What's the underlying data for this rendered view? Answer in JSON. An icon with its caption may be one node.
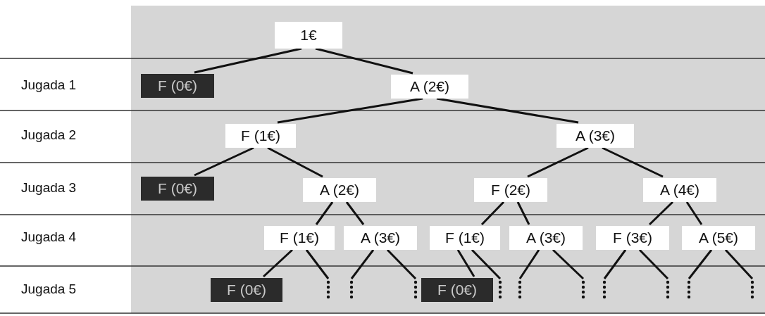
{
  "diagram": {
    "nodes": [
      {
        "text": [
          "1€"
        ]
      },
      {
        "text": [
          "F (0€)"
        ]
      },
      {
        "text": [
          "A (2€)"
        ]
      },
      {
        "text": [
          "F (1€)"
        ]
      },
      {
        "text": [
          "A (3€)"
        ]
      },
      {
        "text": [
          "F (0€)"
        ]
      },
      {
        "text": [
          "A (2€)"
        ]
      },
      {
        "text": [
          "F (2€)"
        ]
      },
      {
        "text": [
          "A (4€)"
        ]
      },
      {
        "text": [
          "F (1€)"
        ]
      },
      {
        "text": [
          "A (3€)"
        ]
      },
      {
        "text": [
          "F (1€)"
        ]
      },
      {
        "text": [
          "A (3€)"
        ]
      },
      {
        "text": [
          "F (3€)"
        ]
      },
      {
        "text": [
          "A (5€)"
        ]
      },
      {
        "text": [
          "F (0€)"
        ]
      },
      {
        "text": [],
        "shape": "dots"
      },
      {
        "text": [],
        "shape": "dots"
      },
      {
        "text": [],
        "shape": "dots"
      },
      {
        "text": [
          "F (0€)"
        ]
      },
      {
        "text": [],
        "shape": "dots"
      },
      {
        "text": [],
        "shape": "dots"
      },
      {
        "text": [],
        "shape": "dots"
      },
      {
        "text": [],
        "shape": "dots"
      },
      {
        "text": [],
        "shape": "dots"
      },
      {
        "text": [],
        "shape": "dots"
      },
      {
        "text": [],
        "shape": "dots"
      }
    ],
    "edges": [
      {
        "from": 0,
        "to": 1,
        "arrow": "none"
      },
      {
        "from": 0,
        "to": 2,
        "arrow": "none"
      },
      {
        "from": 2,
        "to": 3,
        "arrow": "none"
      },
      {
        "from": 2,
        "to": 4,
        "arrow": "none"
      },
      {
        "from": 3,
        "to": 5,
        "arrow": "none"
      },
      {
        "from": 3,
        "to": 6,
        "arrow": "none"
      },
      {
        "from": 4,
        "to": 7,
        "arrow": "none"
      },
      {
        "from": 4,
        "to": 8,
        "arrow": "none"
      },
      {
        "from": 6,
        "to": 9,
        "arrow": "none"
      },
      {
        "from": 6,
        "to": 10,
        "arrow": "none"
      },
      {
        "from": 7,
        "to": 11,
        "arrow": "none"
      },
      {
        "from": 7,
        "to": 12,
        "arrow": "none"
      },
      {
        "from": 8,
        "to": 13,
        "arrow": "none"
      },
      {
        "from": 8,
        "to": 14,
        "arrow": "none"
      },
      {
        "from": 9,
        "to": 15,
        "arrow": "none"
      },
      {
        "from": 9,
        "to": 16,
        "arrow": "none"
      },
      {
        "from": 10,
        "to": 17,
        "arrow": "none"
      },
      {
        "from": 10,
        "to": 18,
        "arrow": "none"
      },
      {
        "from": 11,
        "to": 19,
        "arrow": "none"
      },
      {
        "from": 11,
        "to": 20,
        "arrow": "none"
      },
      {
        "from": 12,
        "to": 21,
        "arrow": "none"
      },
      {
        "from": 12,
        "to": 22,
        "arrow": "none"
      },
      {
        "from": 13,
        "to": 23,
        "arrow": "none"
      },
      {
        "from": 13,
        "to": 24,
        "arrow": "none"
      },
      {
        "from": 14,
        "to": 25,
        "arrow": "none"
      },
      {
        "from": 14,
        "to": 26,
        "arrow": "none"
      }
    ],
    "labels": [
      "Jugada 1",
      "Jugada 2",
      "Jugada 3",
      "Jugada 4",
      "Jugada 5"
    ]
  }
}
